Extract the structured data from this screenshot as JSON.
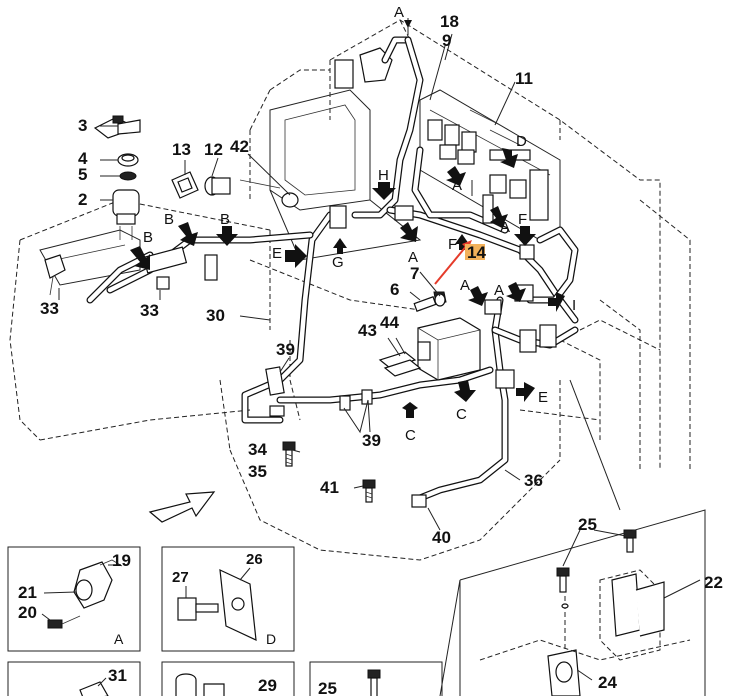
{
  "callouts": [
    {
      "id": "c-a-top",
      "text": "A"
    },
    {
      "id": "c-18",
      "text": "18"
    },
    {
      "id": "c-9",
      "text": "9"
    },
    {
      "id": "c-11",
      "text": "11"
    },
    {
      "id": "c-d",
      "text": "D"
    },
    {
      "id": "c-3",
      "text": "3"
    },
    {
      "id": "c-4",
      "text": "4"
    },
    {
      "id": "c-5",
      "text": "5"
    },
    {
      "id": "c-2",
      "text": "2"
    },
    {
      "id": "c-13",
      "text": "13"
    },
    {
      "id": "c-12",
      "text": "12"
    },
    {
      "id": "c-42",
      "text": "42"
    },
    {
      "id": "c-h",
      "text": "H"
    },
    {
      "id": "c-a-mid",
      "text": "A"
    },
    {
      "id": "c-a-right",
      "text": "A"
    },
    {
      "id": "c-f-top",
      "text": "F"
    },
    {
      "id": "c-f-mid",
      "text": "F"
    },
    {
      "id": "c-14",
      "text": "14"
    },
    {
      "id": "c-7",
      "text": "7"
    },
    {
      "id": "c-6",
      "text": "6"
    },
    {
      "id": "c-a-lower",
      "text": "A"
    },
    {
      "id": "c-a-lower2",
      "text": "A"
    },
    {
      "id": "c-i",
      "text": "I"
    },
    {
      "id": "c-b1",
      "text": "B"
    },
    {
      "id": "c-b2",
      "text": "B"
    },
    {
      "id": "c-b3",
      "text": "B"
    },
    {
      "id": "c-e-left",
      "text": "E"
    },
    {
      "id": "c-g",
      "text": "G"
    },
    {
      "id": "c-a-bottom",
      "text": "A"
    },
    {
      "id": "c-33a",
      "text": "33"
    },
    {
      "id": "c-33b",
      "text": "33"
    },
    {
      "id": "c-30",
      "text": "30"
    },
    {
      "id": "c-43",
      "text": "43"
    },
    {
      "id": "c-44",
      "text": "44"
    },
    {
      "id": "c-39a",
      "text": "39"
    },
    {
      "id": "c-39b",
      "text": "39"
    },
    {
      "id": "c-c1",
      "text": "C"
    },
    {
      "id": "c-c2",
      "text": "C"
    },
    {
      "id": "c-e-right",
      "text": "E"
    },
    {
      "id": "c-34",
      "text": "34"
    },
    {
      "id": "c-35",
      "text": "35"
    },
    {
      "id": "c-41",
      "text": "41"
    },
    {
      "id": "c-36",
      "text": "36"
    },
    {
      "id": "c-40",
      "text": "40"
    },
    {
      "id": "c-25a",
      "text": "25"
    },
    {
      "id": "c-22",
      "text": "22"
    },
    {
      "id": "c-24",
      "text": "24"
    }
  ],
  "detail_boxes": [
    {
      "id": "box-a",
      "letter": "A",
      "parts": [
        "19",
        "21",
        "20"
      ]
    },
    {
      "id": "box-d",
      "letter": "D",
      "parts": [
        "26",
        "27"
      ]
    },
    {
      "id": "box-b3",
      "parts": [
        "31"
      ]
    },
    {
      "id": "box-b4",
      "parts": [
        "29"
      ]
    },
    {
      "id": "box-b5",
      "parts": [
        "25"
      ]
    }
  ],
  "highlight": {
    "part": "14",
    "color": "#f3b15a"
  },
  "pointer_arrow_color": "#e53b2a"
}
